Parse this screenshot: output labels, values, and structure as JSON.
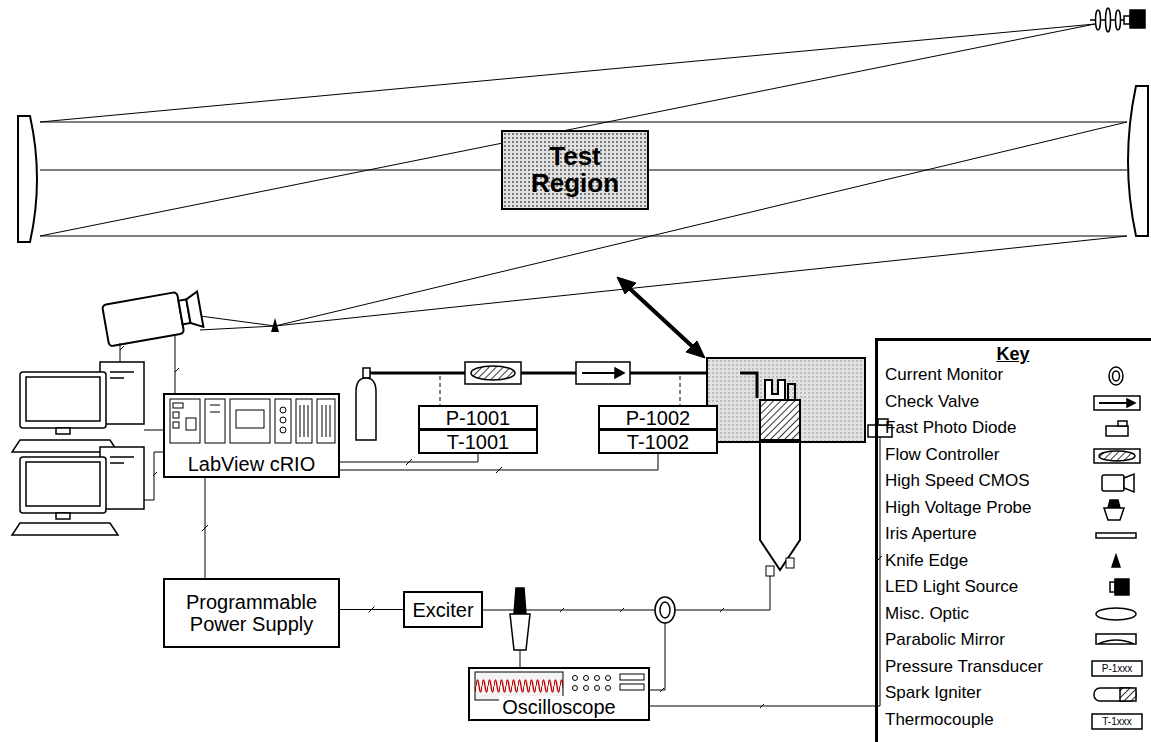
{
  "diagram": {
    "nodes": [
      {
        "text": [
          "Test Region"
        ]
      },
      {
        "text": [
          "P-1001"
        ]
      },
      {
        "text": [
          "T-1001"
        ]
      },
      {
        "text": [
          "P-1002"
        ]
      },
      {
        "text": [
          "T-1002"
        ]
      },
      {
        "text": [
          "LabView cRIO"
        ]
      },
      {
        "text": [
          "Programmable Power Supply"
        ]
      },
      {
        "text": [
          "Exciter"
        ]
      },
      {
        "text": [
          "Oscilloscope"
        ]
      },
      {
        "text": [
          "Key"
        ]
      }
    ],
    "edges": [
      {
        "from": 5,
        "to": 2,
        "arrow": "none"
      },
      {
        "from": 5,
        "to": 4,
        "arrow": "none"
      },
      {
        "from": 5,
        "to": 6,
        "arrow": "none"
      },
      {
        "from": 6,
        "to": 7,
        "arrow": "none"
      }
    ],
    "labels": [
      "P-1xxx",
      "T-1xxx"
    ],
    "legend": [
      {
        "text": "Current Monitor"
      },
      {
        "text": "Check Valve"
      },
      {
        "text": "Fast Photo Diode"
      },
      {
        "text": "Flow Controller"
      },
      {
        "text": "High Speed CMOS"
      },
      {
        "text": "High Voltage Probe"
      },
      {
        "text": "Iris Aperture"
      },
      {
        "text": "Knife Edge"
      },
      {
        "text": "LED Light Source"
      },
      {
        "text": "Misc. Optic"
      },
      {
        "text": "Parabolic Mirror"
      },
      {
        "text": "Pressure Transducer"
      },
      {
        "text": "Spark Igniter"
      },
      {
        "text": "Thermocouple"
      }
    ]
  }
}
